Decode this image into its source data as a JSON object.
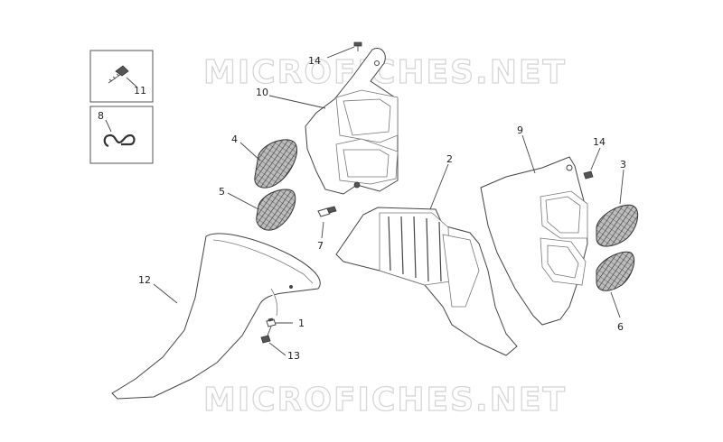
{
  "watermark": {
    "text": "MICROFICHES.NET"
  },
  "callouts": {
    "c1": "1",
    "c2": "2",
    "c3": "3",
    "c4": "4",
    "c5": "5",
    "c6": "6",
    "c7": "7",
    "c8": "8",
    "c9": "9",
    "c10": "10",
    "c11": "11",
    "c12": "12",
    "c13": "13",
    "c14a": "14",
    "c14b": "14"
  }
}
